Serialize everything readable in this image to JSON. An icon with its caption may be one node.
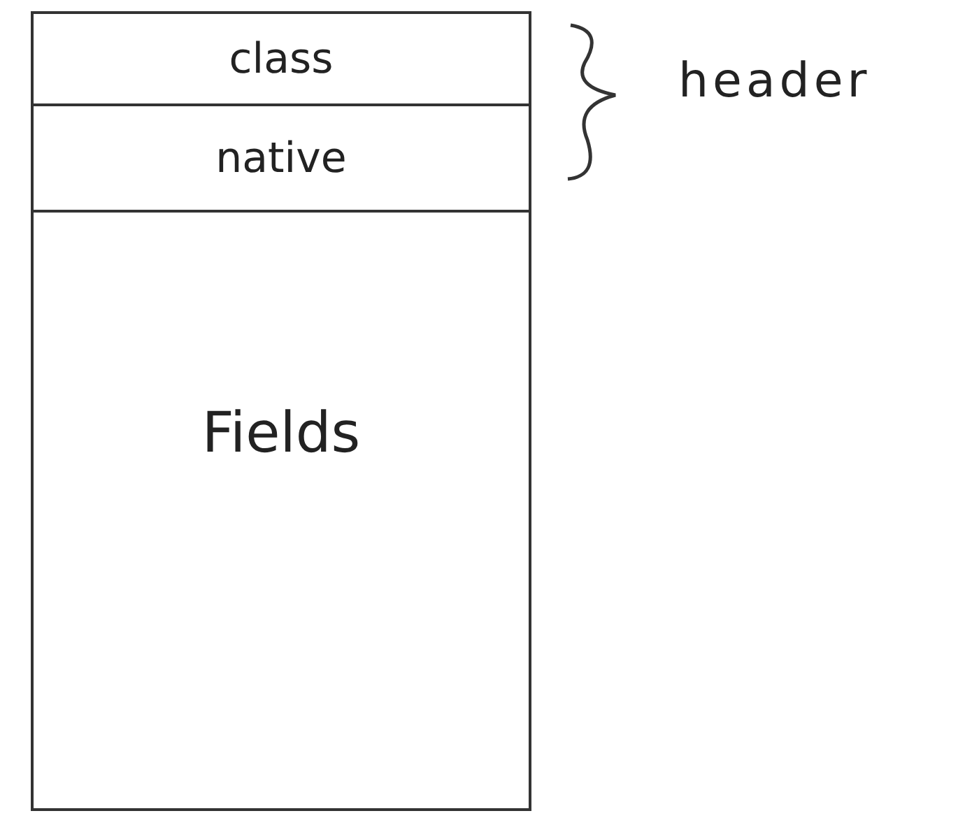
{
  "diagram": {
    "nodes": [
      {
        "text": [
          "class"
        ]
      },
      {
        "text": [
          "native"
        ]
      },
      {
        "text": [
          "Fields"
        ]
      }
    ],
    "labels": [
      "header"
    ]
  }
}
